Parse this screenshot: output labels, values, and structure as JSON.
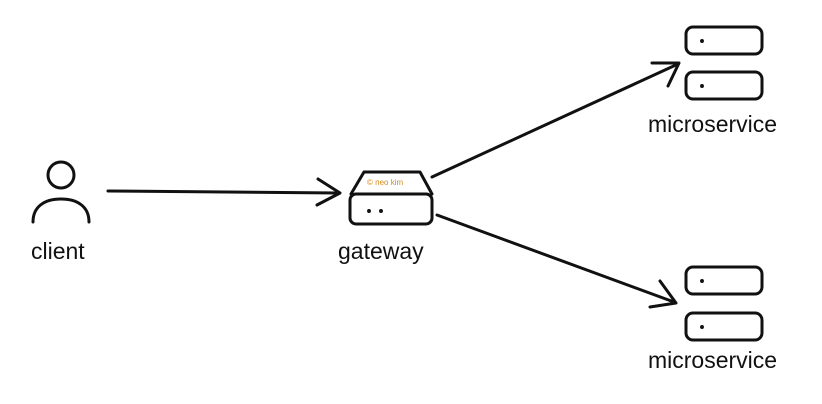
{
  "nodes": {
    "client": {
      "label": "client"
    },
    "gateway": {
      "label": "gateway",
      "watermark": "© neo kim"
    },
    "microservice_top": {
      "label": "microservice"
    },
    "microservice_bottom": {
      "label": "microservice"
    }
  },
  "colors": {
    "ink": "#111111",
    "watermark": "#d98a1e",
    "background": "#ffffff"
  },
  "icons": {
    "client": "person-icon",
    "gateway": "server-icon",
    "microservice": "server-stack-icon"
  }
}
